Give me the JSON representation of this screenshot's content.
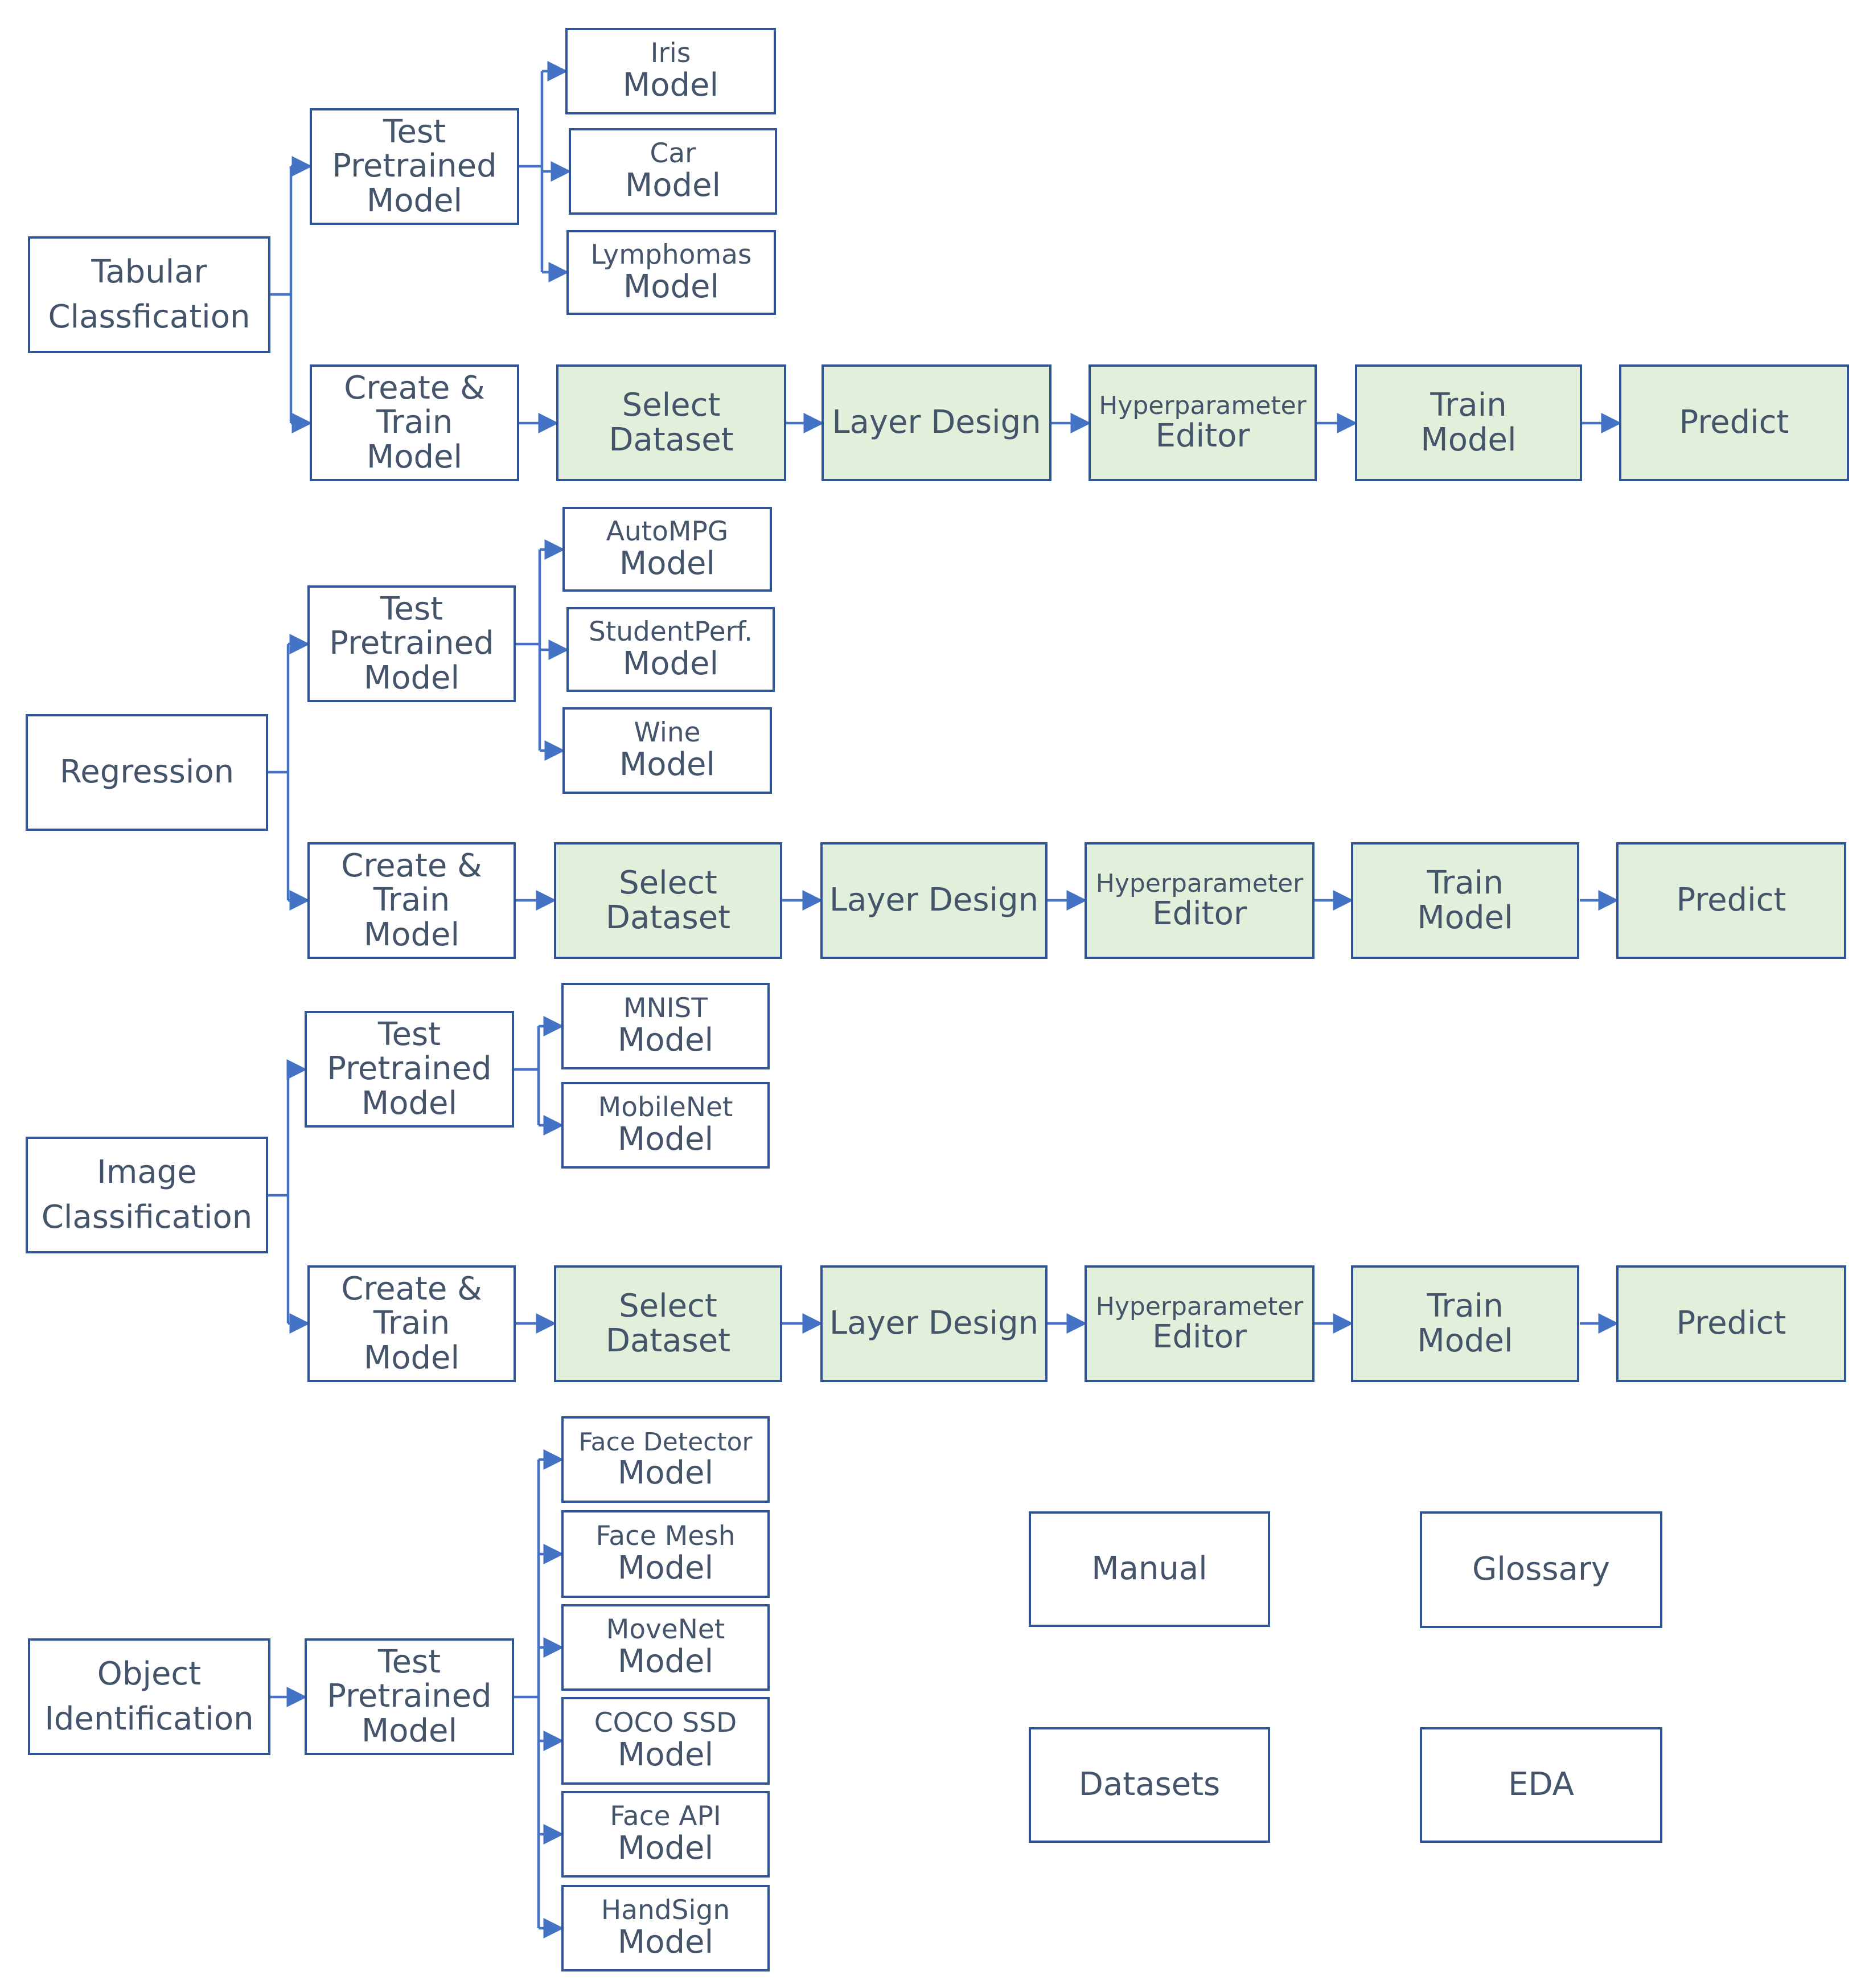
{
  "colors": {
    "border": "#2f5597",
    "connector": "#4472c4",
    "text": "#44546a",
    "step_fill": "#e2efda",
    "plain_fill": "#ffffff"
  },
  "tabular": {
    "category": [
      "Tabular",
      "Classfication"
    ],
    "test": [
      "Test",
      "Pretrained",
      "Model"
    ],
    "create": [
      "Create  &",
      "Train",
      "Model"
    ],
    "models": [
      [
        "Iris",
        "Model"
      ],
      [
        "Car",
        "Model"
      ],
      [
        "Lymphomas",
        "Model"
      ]
    ],
    "steps": [
      [
        "Select",
        "Dataset"
      ],
      [
        "Layer Design"
      ],
      [
        "Hyperparameter",
        "Editor"
      ],
      [
        "Train",
        "Model"
      ],
      [
        "Predict"
      ]
    ]
  },
  "regression": {
    "category": [
      "Regression"
    ],
    "test": [
      "Test",
      "Pretrained",
      "Model"
    ],
    "create": [
      "Create  &",
      "Train",
      "Model"
    ],
    "models": [
      [
        "AutoMPG",
        "Model"
      ],
      [
        "StudentPerf.",
        "Model"
      ],
      [
        "Wine",
        "Model"
      ]
    ],
    "steps": [
      [
        "Select",
        "Dataset"
      ],
      [
        "Layer Design"
      ],
      [
        "Hyperparameter",
        "Editor"
      ],
      [
        "Train",
        "Model"
      ],
      [
        "Predict"
      ]
    ]
  },
  "image": {
    "category": [
      "Image",
      "Classification"
    ],
    "test": [
      "Test",
      "Pretrained",
      "Model"
    ],
    "create": [
      "Create  &",
      "Train",
      "Model"
    ],
    "models": [
      [
        "MNIST",
        "Model"
      ],
      [
        "MobileNet",
        "Model"
      ]
    ],
    "steps": [
      [
        "Select",
        "Dataset"
      ],
      [
        "Layer Design"
      ],
      [
        "Hyperparameter",
        "Editor"
      ],
      [
        "Train",
        "Model"
      ],
      [
        "Predict"
      ]
    ]
  },
  "object": {
    "category": [
      "Object",
      "Identification"
    ],
    "test": [
      "Test",
      "Pretrained",
      "Model"
    ],
    "models": [
      [
        "Face Detector",
        "Model"
      ],
      [
        "Face Mesh",
        "Model"
      ],
      [
        "MoveNet",
        "Model"
      ],
      [
        "COCO SSD",
        "Model"
      ],
      [
        "Face API",
        "Model"
      ],
      [
        "HandSign",
        "Model"
      ]
    ]
  },
  "extras": {
    "manual": "Manual",
    "glossary": "Glossary",
    "datasets": "Datasets",
    "eda": "EDA"
  }
}
